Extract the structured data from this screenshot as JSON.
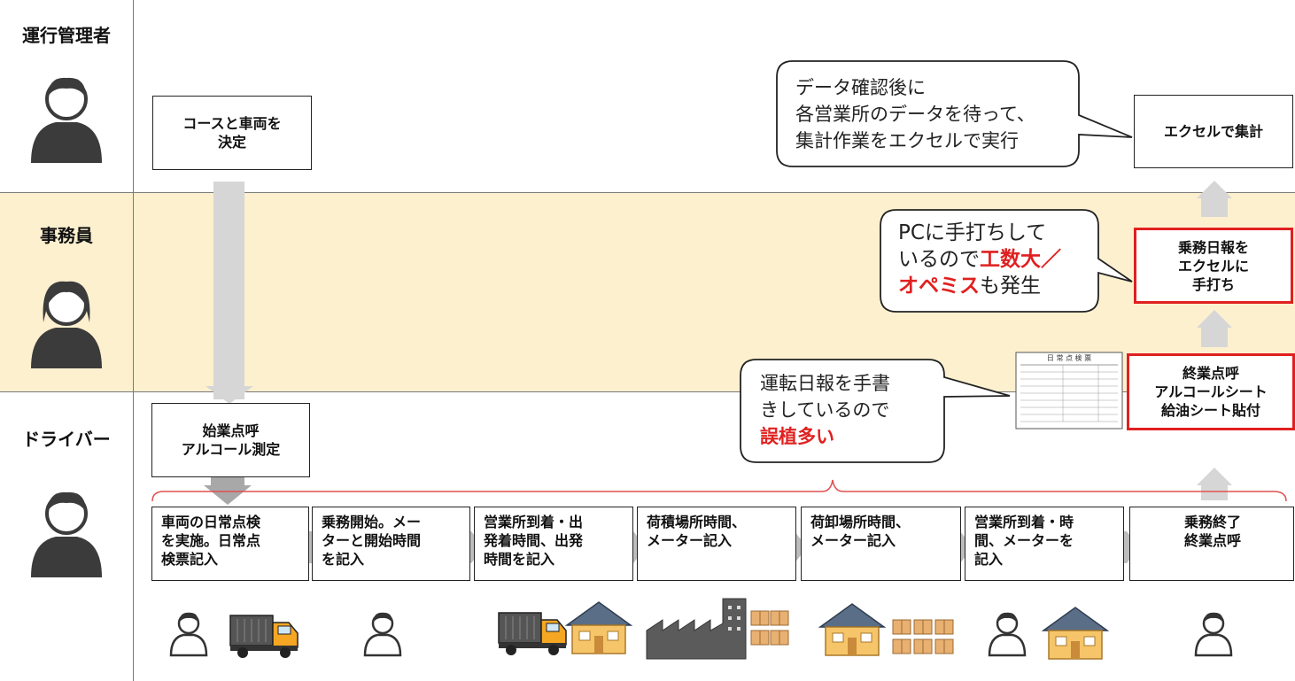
{
  "lanes": {
    "manager": "運行管理者",
    "clerk": "事務員",
    "driver": "ドライバー"
  },
  "manager_boxes": {
    "course": "コースと車両を\n決定",
    "excel_total": "エクセルで集計"
  },
  "clerk_boxes": {
    "manual_entry": "乗務日報を\nエクセルに\n手打ち"
  },
  "driver_boxes": {
    "start_check": "始業点呼\nアルコール測定",
    "end_paste": "終業点呼\nアルコールシート\n給油シート貼付"
  },
  "steps": [
    "車両の日常点検\nを実施。日常点\n検票記入",
    "乗務開始。メー\nターと開始時間\nを記入",
    "営業所到着・出\n発着時間、出発\n時間を記入",
    "荷積場所時間、\nメーター記入",
    "荷卸場所時間、\nメーター記入",
    "営業所到着・時\n間、メーターを\n記入",
    "乗務終了\n終業点呼"
  ],
  "callouts": {
    "manager": "データ確認後に\n各営業所のデータを待って、\n集計作業をエクセルで実行",
    "clerk_line1": "PCに手打ちして",
    "clerk_line2_pre": "いるので",
    "clerk_line2_hl": "工数大／",
    "clerk_line3_hl": "オペミス",
    "clerk_line3_post": "も発生",
    "driver_line1": "運転日報を手書",
    "driver_line2": "きしているので",
    "driver_line3_hl": "誤植多い"
  },
  "report_form": {
    "title": "日 常 点 検 票"
  },
  "colors": {
    "clerk_band": "#fdf0cf",
    "highlight": "#e02020",
    "arrow_gray": "#c9c9c9",
    "chevron_gray": "#bdbdbd"
  },
  "icons": [
    "person-manager-icon",
    "person-clerk-icon",
    "person-driver-icon",
    "truck-icon",
    "house-icon",
    "factory-icon",
    "boxes-icon"
  ]
}
